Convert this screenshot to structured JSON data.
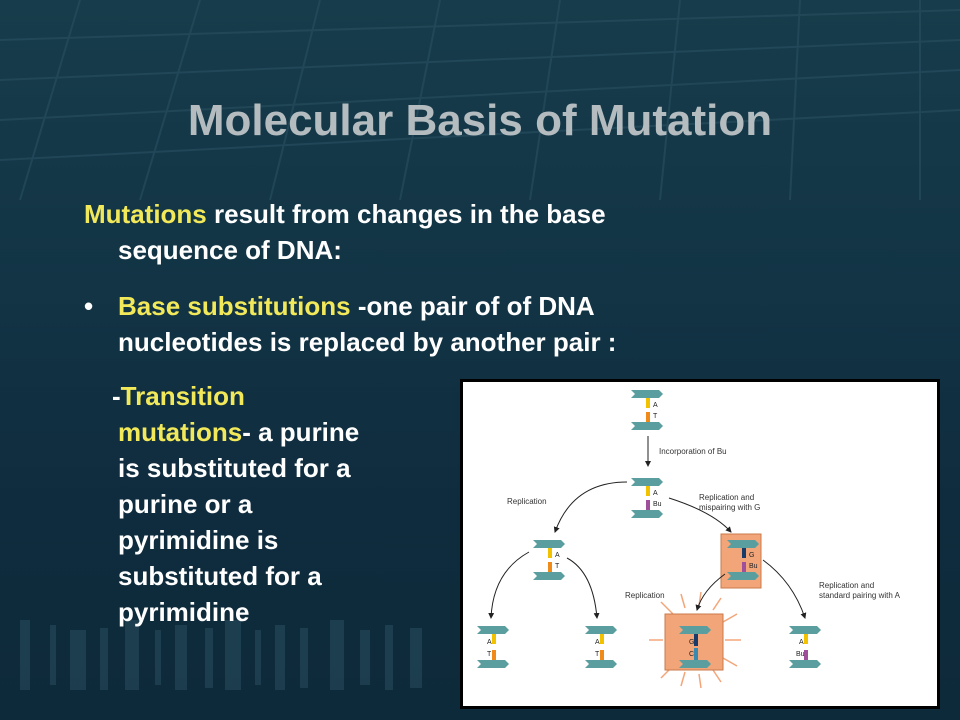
{
  "slide": {
    "title": "Molecular Basis of Mutation",
    "p1_keyword": "Mutations",
    "p1_rest": " result from changes in the base",
    "p1_line2": "sequence of DNA:",
    "bullet_char": "•",
    "p2_keyword": "Base substitutions",
    "p2_rest": " -one pair of of DNA",
    "p2_line2": "nucleotides is replaced by another pair :",
    "p3_dash": "-",
    "p3_keyword1": "Transition",
    "p3_keyword2": "mutations",
    "p3_rest1": "- a purine",
    "p3_lines": [
      "is substituted for a",
      "purine or a",
      "pyrimidine is",
      "substituted for a",
      "pyrimidine"
    ]
  },
  "figure": {
    "labels": {
      "incorporation": "Incorporation of Bu",
      "replication_left": "Replication",
      "replication_mispair": "Replication and",
      "replication_mispair2": "mispairing with G",
      "replication_center": "Replication",
      "replication_standard": "Replication and",
      "replication_standard2": "standard pairing with A"
    },
    "bases": {
      "top": [
        "A",
        "T"
      ],
      "bu": [
        "A",
        "Bu"
      ],
      "left_mid": [
        "A",
        "T"
      ],
      "mispair": [
        "G",
        "Bu"
      ],
      "bottom1": [
        "A",
        "T"
      ],
      "bottom2": [
        "A",
        "T"
      ],
      "bottom3": [
        "G",
        "C"
      ],
      "bottom4": [
        "A",
        "Bu"
      ]
    },
    "colors": {
      "strand": "#5b9ea0",
      "adenine": "#f2c200",
      "thymine": "#f08a1a",
      "bromouracil": "#a0509a",
      "guanine": "#1a3a6a",
      "cytosine": "#3a8ab0",
      "highlight": "#f3a57a"
    }
  }
}
